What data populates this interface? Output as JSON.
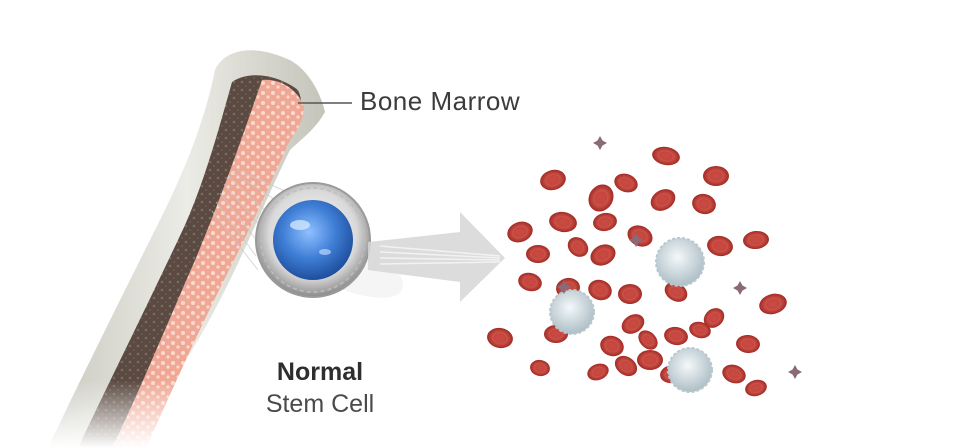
{
  "labels": {
    "bone_marrow": "Bone Marrow",
    "stem_title": "Normal",
    "stem_subtitle": "Stem Cell"
  },
  "colors": {
    "bone": "#dcdcd4",
    "marrow": "#f0a896",
    "stem_cell_nucleus": "#3f7ed6",
    "red_blood_cell": "#c9433a",
    "white_blood_cell": "#dbe6ea",
    "platelet": "#8a6a78"
  },
  "icons": [
    "bone-icon",
    "stem-cell-icon",
    "arrow-icon",
    "red-blood-cell-icon",
    "white-blood-cell-icon",
    "platelet-icon"
  ]
}
